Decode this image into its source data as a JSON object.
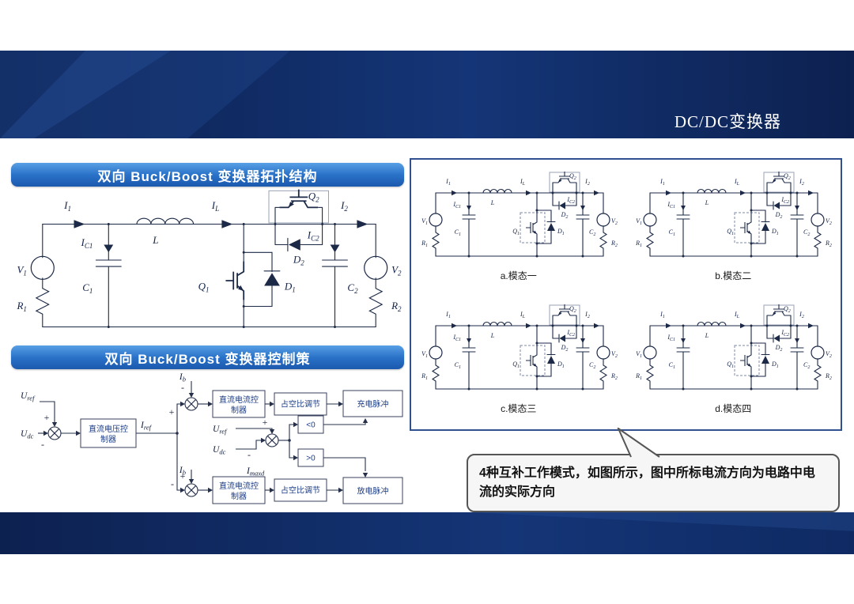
{
  "header": {
    "title": "DC/DC变换器"
  },
  "banners": {
    "topology": "双向 Buck/Boost 变换器拓扑结构",
    "control": "双向 Buck/Boost 变换器控制策"
  },
  "circuit_labels": {
    "i1": {
      "m": "I",
      "s": "1"
    },
    "ic1": {
      "m": "I",
      "s": "C1"
    },
    "c1": {
      "m": "C",
      "s": "1"
    },
    "l": {
      "m": "L",
      "s": ""
    },
    "il": {
      "m": "I",
      "s": "L"
    },
    "q1": {
      "m": "Q",
      "s": "1"
    },
    "d1": {
      "m": "D",
      "s": "1"
    },
    "q2": {
      "m": "Q",
      "s": "2"
    },
    "d2": {
      "m": "D",
      "s": "2"
    },
    "ic2": {
      "m": "I",
      "s": "C2"
    },
    "c2": {
      "m": "C",
      "s": "2"
    },
    "v1": {
      "m": "V",
      "s": "1"
    },
    "r1": {
      "m": "R",
      "s": "1"
    },
    "v2": {
      "m": "V",
      "s": "2"
    },
    "r2": {
      "m": "R",
      "s": "2"
    },
    "i2": {
      "m": "I",
      "s": "2"
    }
  },
  "control_diagram": {
    "labels": {
      "u_ref": {
        "m": "U",
        "s": "ref"
      },
      "u_dc": {
        "m": "U",
        "s": "dc"
      },
      "i_ref": {
        "m": "I",
        "s": "ref"
      },
      "i_b": {
        "m": "I",
        "s": "b"
      },
      "i_maxd": {
        "m": "I",
        "s": "maxd"
      }
    },
    "boxes": {
      "voltage_ctrl_line1": "直流电压控",
      "voltage_ctrl_line2": "制器",
      "current_ctrl_line1": "直流电流控",
      "current_ctrl_line2": "制器",
      "duty": "占空比调节",
      "charge": "充电脉冲",
      "discharge": "放电脉冲",
      "lt_zero": "<0",
      "gt_zero": ">0"
    },
    "signs": {
      "plus": "+",
      "minus": "-"
    }
  },
  "modes": {
    "captions": [
      "a.模态一",
      "b.模态二",
      "c.模态三",
      "d.模态四"
    ]
  },
  "callout": {
    "text": "4种互补工作模式，如图所示，图中所标电流方向为电路中电流的实际方向"
  },
  "colors": {
    "navy": "#0d2150",
    "banner_top": "#57a0e5",
    "banner_bottom": "#1b59ae",
    "modes_border": "#30508f"
  }
}
